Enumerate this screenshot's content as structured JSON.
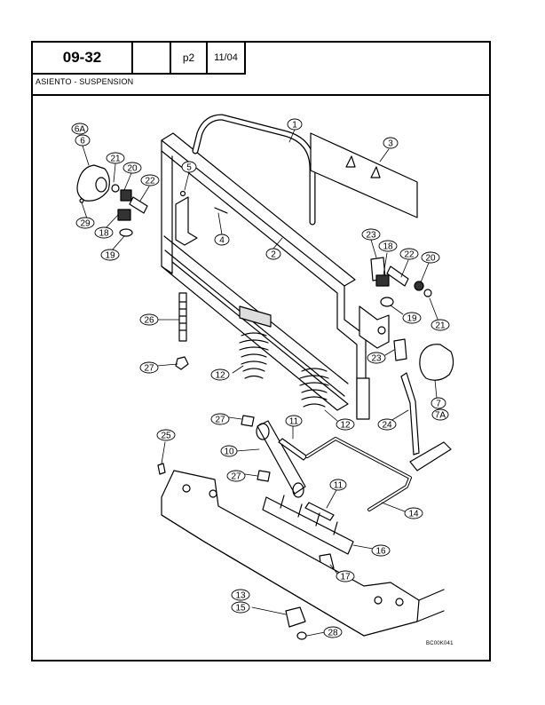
{
  "header": {
    "code": "09-32",
    "blank": "",
    "page": "p2",
    "date": "11/04"
  },
  "section_title": "ASIENTO - SUSPENSION",
  "drawing_code": "BC00K041",
  "callouts": [
    {
      "id": "c1",
      "label": "1"
    },
    {
      "id": "c2",
      "label": "2"
    },
    {
      "id": "c3",
      "label": "3"
    },
    {
      "id": "c4",
      "label": "4"
    },
    {
      "id": "c5",
      "label": "5"
    },
    {
      "id": "c6a",
      "label": "6A"
    },
    {
      "id": "c6",
      "label": "6"
    },
    {
      "id": "c7",
      "label": "7"
    },
    {
      "id": "c7a",
      "label": "7A"
    },
    {
      "id": "c10",
      "label": "10"
    },
    {
      "id": "c11a",
      "label": "11"
    },
    {
      "id": "c11b",
      "label": "11"
    },
    {
      "id": "c12a",
      "label": "12"
    },
    {
      "id": "c12b",
      "label": "12"
    },
    {
      "id": "c13",
      "label": "13"
    },
    {
      "id": "c14",
      "label": "14"
    },
    {
      "id": "c15",
      "label": "15"
    },
    {
      "id": "c16",
      "label": "16"
    },
    {
      "id": "c17",
      "label": "17"
    },
    {
      "id": "c18a",
      "label": "18"
    },
    {
      "id": "c18b",
      "label": "18"
    },
    {
      "id": "c19a",
      "label": "19"
    },
    {
      "id": "c19b",
      "label": "19"
    },
    {
      "id": "c20a",
      "label": "20"
    },
    {
      "id": "c20b",
      "label": "20"
    },
    {
      "id": "c21a",
      "label": "21"
    },
    {
      "id": "c21b",
      "label": "21"
    },
    {
      "id": "c22a",
      "label": "22"
    },
    {
      "id": "c22b",
      "label": "22"
    },
    {
      "id": "c23a",
      "label": "23"
    },
    {
      "id": "c23b",
      "label": "23"
    },
    {
      "id": "c24",
      "label": "24"
    },
    {
      "id": "c25",
      "label": "25"
    },
    {
      "id": "c26",
      "label": "26"
    },
    {
      "id": "c27a",
      "label": "27"
    },
    {
      "id": "c27b",
      "label": "27"
    },
    {
      "id": "c27c",
      "label": "27"
    },
    {
      "id": "c28",
      "label": "28"
    },
    {
      "id": "c29",
      "label": "29"
    }
  ]
}
